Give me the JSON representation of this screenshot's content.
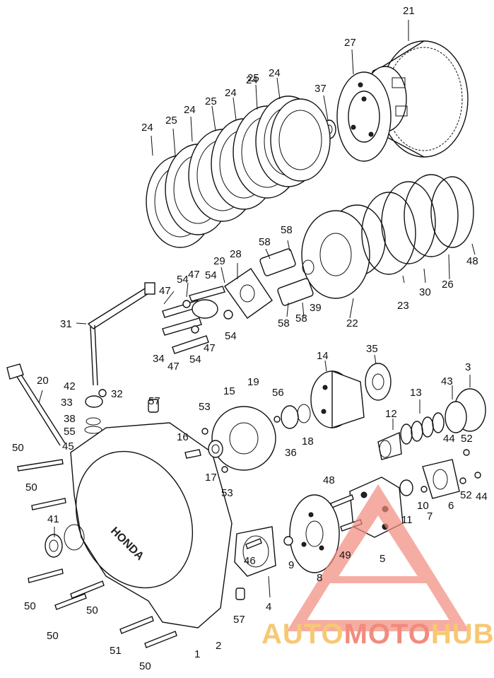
{
  "figure": {
    "callouts": [
      {
        "id": "c1",
        "text": "21"
      },
      {
        "id": "c2",
        "text": "27"
      },
      {
        "id": "c3",
        "text": "24"
      },
      {
        "id": "c4",
        "text": "25"
      },
      {
        "id": "c5",
        "text": "37"
      },
      {
        "id": "c6",
        "text": "24"
      },
      {
        "id": "c7",
        "text": "25"
      },
      {
        "id": "c8",
        "text": "24"
      },
      {
        "id": "c9",
        "text": "24"
      },
      {
        "id": "c10",
        "text": "25"
      },
      {
        "id": "c11",
        "text": "24"
      },
      {
        "id": "c12",
        "text": "58"
      },
      {
        "id": "c13",
        "text": "58"
      },
      {
        "id": "c14",
        "text": "28"
      },
      {
        "id": "c15",
        "text": "29"
      },
      {
        "id": "c16",
        "text": "47"
      },
      {
        "id": "c17",
        "text": "54"
      },
      {
        "id": "c18",
        "text": "54"
      },
      {
        "id": "c19",
        "text": "47"
      },
      {
        "id": "c20",
        "text": "31"
      },
      {
        "id": "c21",
        "text": "54"
      },
      {
        "id": "c22",
        "text": "34"
      },
      {
        "id": "c23",
        "text": "47"
      },
      {
        "id": "c24",
        "text": "54"
      },
      {
        "id": "c25",
        "text": "47"
      },
      {
        "id": "c26",
        "text": "39"
      },
      {
        "id": "c27",
        "text": "58"
      },
      {
        "id": "c28",
        "text": "58"
      },
      {
        "id": "c29",
        "text": "22"
      },
      {
        "id": "c30",
        "text": "23"
      },
      {
        "id": "c31",
        "text": "30"
      },
      {
        "id": "c32",
        "text": "26"
      },
      {
        "id": "c33",
        "text": "48"
      },
      {
        "id": "c34",
        "text": "20"
      },
      {
        "id": "c35",
        "text": "42"
      },
      {
        "id": "c36",
        "text": "32"
      },
      {
        "id": "c37",
        "text": "33"
      },
      {
        "id": "c38",
        "text": "38"
      },
      {
        "id": "c39",
        "text": "55"
      },
      {
        "id": "c40",
        "text": "45"
      },
      {
        "id": "c41",
        "text": "50"
      },
      {
        "id": "c42",
        "text": "50"
      },
      {
        "id": "c43",
        "text": "41"
      },
      {
        "id": "c44",
        "text": "57"
      },
      {
        "id": "c45",
        "text": "53"
      },
      {
        "id": "c46",
        "text": "16"
      },
      {
        "id": "c47",
        "text": "17"
      },
      {
        "id": "c48",
        "text": "53"
      },
      {
        "id": "c49",
        "text": "15"
      },
      {
        "id": "c50",
        "text": "19"
      },
      {
        "id": "c51",
        "text": "56"
      },
      {
        "id": "c52",
        "text": "36"
      },
      {
        "id": "c53",
        "text": "18"
      },
      {
        "id": "c54",
        "text": "14"
      },
      {
        "id": "c55",
        "text": "35"
      },
      {
        "id": "c56",
        "text": "3"
      },
      {
        "id": "c57",
        "text": "43"
      },
      {
        "id": "c58",
        "text": "13"
      },
      {
        "id": "c59",
        "text": "12"
      },
      {
        "id": "c60",
        "text": "52"
      },
      {
        "id": "c61",
        "text": "44"
      },
      {
        "id": "c62",
        "text": "52"
      },
      {
        "id": "c63",
        "text": "44"
      },
      {
        "id": "c64",
        "text": "6"
      },
      {
        "id": "c65",
        "text": "7"
      },
      {
        "id": "c66",
        "text": "10"
      },
      {
        "id": "c67",
        "text": "11"
      },
      {
        "id": "c68",
        "text": "48"
      },
      {
        "id": "c69",
        "text": "49"
      },
      {
        "id": "c70",
        "text": "5"
      },
      {
        "id": "c71",
        "text": "8"
      },
      {
        "id": "c72",
        "text": "9"
      },
      {
        "id": "c73",
        "text": "46"
      },
      {
        "id": "c74",
        "text": "4"
      },
      {
        "id": "c75",
        "text": "57"
      },
      {
        "id": "c76",
        "text": "2"
      },
      {
        "id": "c77",
        "text": "1"
      },
      {
        "id": "c78",
        "text": "51"
      },
      {
        "id": "c79",
        "text": "50"
      },
      {
        "id": "c80",
        "text": "50"
      },
      {
        "id": "c81",
        "text": "50"
      },
      {
        "id": "c82",
        "text": "50"
      }
    ],
    "cover_lettering": "HONDA"
  },
  "watermark": {
    "part1": "AUTO",
    "part2": "MOTO",
    "part3": "HUB",
    "colors": {
      "auto": "#f7c873",
      "moto": "#f28b7d",
      "hub": "#f7c873",
      "triangle": "#f28b7d"
    }
  }
}
